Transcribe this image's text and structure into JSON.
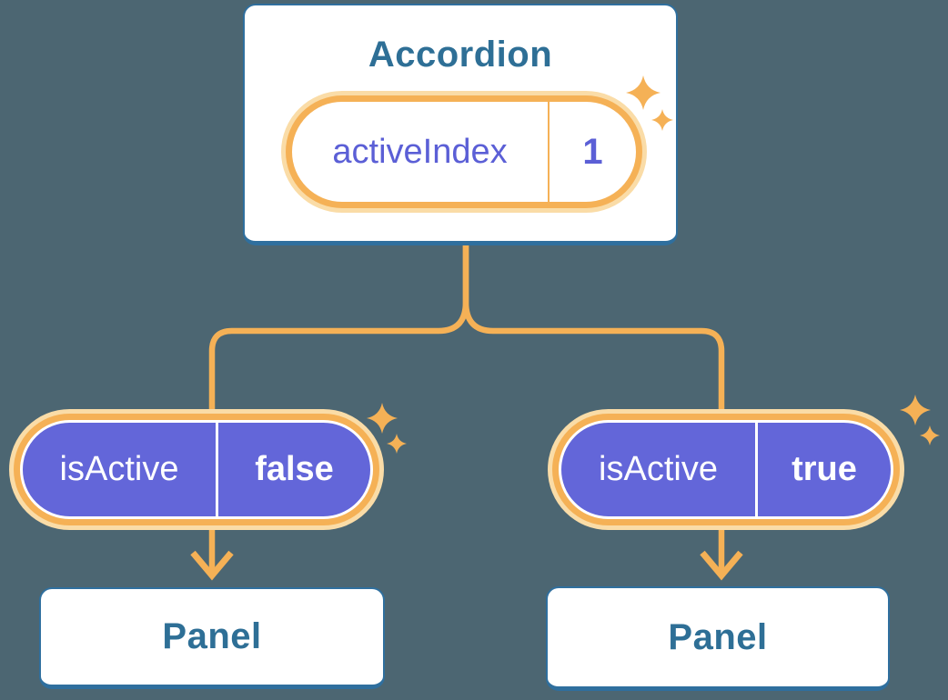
{
  "palette": {
    "background": "#4C6672",
    "blue": "#2E6F96",
    "blue-border": "#2F6F9E",
    "orange": "#F5B156",
    "peach": "#FADCA7",
    "purple": "#6366D9",
    "purple-text": "#5B5FD6"
  },
  "accordion": {
    "title": "Accordion",
    "state": {
      "name": "activeIndex",
      "value": "1"
    }
  },
  "children": [
    {
      "prop_name": "isActive",
      "prop_value": "false",
      "panel_label": "Panel"
    },
    {
      "prop_name": "isActive",
      "prop_value": "true",
      "panel_label": "Panel"
    }
  ]
}
